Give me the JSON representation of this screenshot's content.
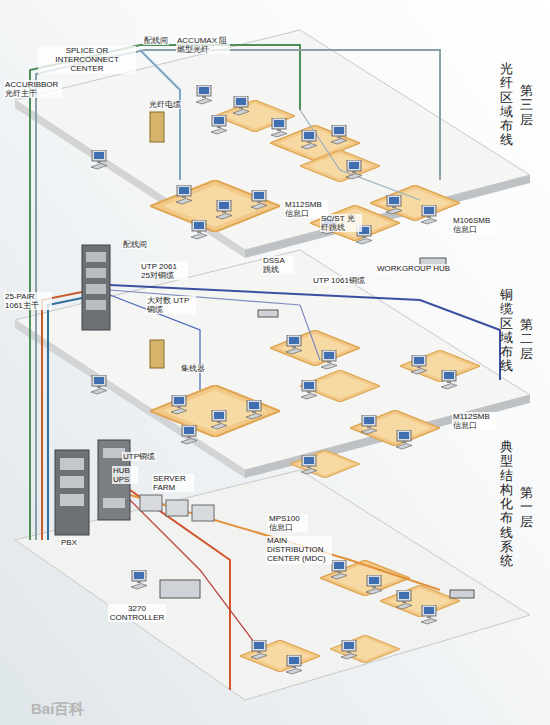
{
  "diagram": {
    "labels": [
      "SPLICE OR INTERCONNECT CENTER",
      "配线间",
      "ACCUMAX 阻燃型光纤",
      "ACCURIBBOR 光纤主干",
      "光纤电缆",
      "光纤区域布线",
      "第三层",
      "M112SMB 信息口",
      "SC/ST 光纤跳线",
      "M106SMB 信息口",
      "DSSA 跳线",
      "WORKGROUP HUB",
      "UTP 1061铜缆",
      "配线间",
      "UTP 2061 25对铜缆",
      "25-PAIR 1061主干",
      "大对数 UTP铜缆",
      "集线器",
      "铜缆区域布线",
      "第二层",
      "M112SMB 信息口",
      "UTP铜缆",
      "HUB UPS",
      "SERVER FARM",
      "PBX",
      "MPS100 信息口",
      "MAIN DISTRIBUTION CENTER (MDC)",
      "典型结构化布线系统",
      "第一层",
      "3270 CONTROLLER",
      "Bai百科"
    ]
  }
}
